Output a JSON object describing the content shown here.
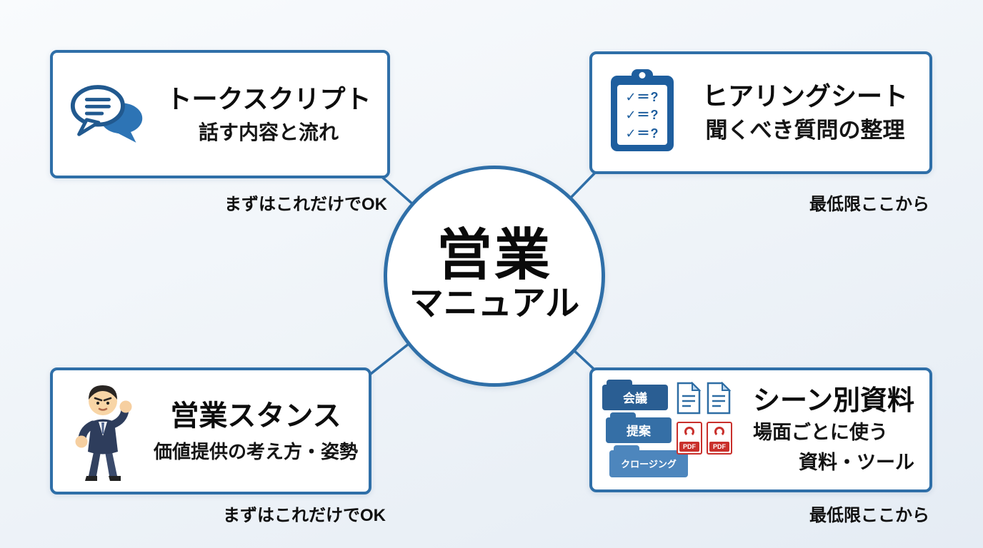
{
  "colors": {
    "accent_blue": "#2f6fa8",
    "dark_blue": "#1e5e9e",
    "bubble_fill_blue": "#2d74b5",
    "folder_blue_dark": "#2a5e93",
    "folder_blue_mid": "#356fa6",
    "folder_blue_light": "#4d86bd",
    "pdf_red": "#c9302c",
    "text_black": "#111111",
    "background": "#eef3f8"
  },
  "center": {
    "line1": "営業",
    "line2": "マニュアル"
  },
  "boxes": {
    "top_left": {
      "title": "トークスクリプト",
      "subtitle": "話す内容と流れ",
      "caption": "まずはこれだけでOK",
      "icon": "speech-bubbles-icon"
    },
    "top_right": {
      "title": "ヒアリングシート",
      "subtitle": "聞くべき質問の整理",
      "caption": "最低限ここから",
      "icon": "clipboard-checklist-icon",
      "checklist_rows": [
        "✓＝?",
        "✓＝?",
        "✓＝?"
      ]
    },
    "bottom_left": {
      "title": "営業スタンス",
      "subtitle": "価値提供の考え方・姿勢",
      "caption": "まずはこれだけでOK",
      "icon": "businessman-icon"
    },
    "bottom_right": {
      "title": "シーン別資料",
      "subtitle_line1": "場面ごとに使う",
      "subtitle_line2": "資料・ツール",
      "caption": "最低限ここから",
      "icon": "folders-documents-icon",
      "folders": [
        "会議",
        "提案",
        "クロージング"
      ],
      "pdf_label": "PDF"
    }
  }
}
